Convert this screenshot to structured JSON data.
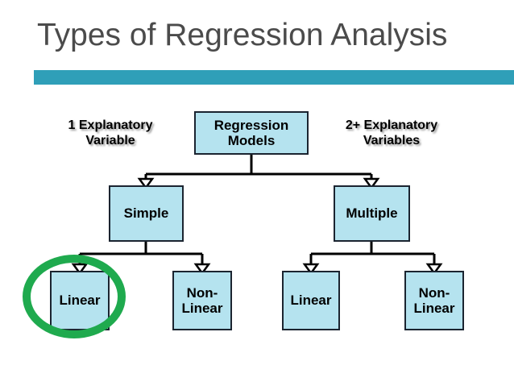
{
  "slide": {
    "title": "Types of Regression Analysis",
    "accent_bar_color": "#2f9fb8",
    "title_color": "#4b4b4b",
    "background_color": "#ffffff"
  },
  "diagram": {
    "type": "tree",
    "node_fill_color": "#b5e3ef",
    "node_border_color": "#1b2430",
    "connector_color": "#000000",
    "nodes": [
      {
        "id": "root",
        "label": "Regression\nModels",
        "level": 0
      },
      {
        "id": "simple",
        "label": "Simple",
        "level": 1,
        "parent": "root"
      },
      {
        "id": "multiple",
        "label": "Multiple",
        "level": 1,
        "parent": "root"
      },
      {
        "id": "simple-linear",
        "label": "Linear",
        "level": 2,
        "parent": "simple"
      },
      {
        "id": "simple-nonlinear",
        "label": "Non-\nLinear",
        "level": 2,
        "parent": "simple"
      },
      {
        "id": "multiple-linear",
        "label": "Linear",
        "level": 2,
        "parent": "multiple"
      },
      {
        "id": "multiple-nonlinear",
        "label": "Non-\nLinear",
        "level": 2,
        "parent": "multiple"
      }
    ],
    "captions": {
      "left": "1 Explanatory\nVariable",
      "right": "2+ Explanatory\nVariables"
    },
    "annotation": {
      "shape": "circle",
      "color": "#1faa4e",
      "targets": "simple-linear"
    }
  }
}
